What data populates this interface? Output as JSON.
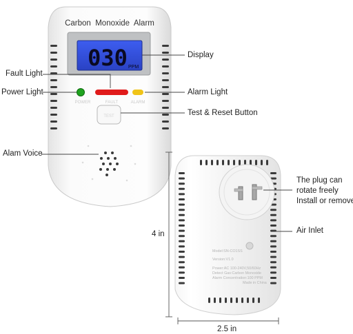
{
  "device_front": {
    "title": "Carbon  Monoxide  Alarm",
    "display_value": "030",
    "display_unit": "PPM",
    "indicator_labels": [
      "POWER",
      "FAULT",
      "ALARM"
    ],
    "button_text": "TEST",
    "colors": {
      "lcd": "#2f4dd8",
      "power_light": "#1fa31f",
      "fault_light": "#e01b1b",
      "alarm_light": "#f0c419"
    }
  },
  "device_back": {
    "model_lines": [
      "Model:SN-CO1SS",
      "Version:V1.0",
      "Power:AC 100-240V,50/60Hz",
      "Detect Gas:Carbon Monoxide",
      "Alarm Concentration:100 PPM",
      "Made in China"
    ]
  },
  "callouts": {
    "display": "Display",
    "fault_light": "Fault Light",
    "power_light": "Power Light",
    "alarm_light": "Alarm Light",
    "test_button": "Test & Reset Button",
    "alarm_voice": "Alam Voice",
    "plug_lines": [
      "The plug can",
      "rotate freely",
      "Install or remove"
    ],
    "air_inlet": "Air Inlet"
  },
  "dimensions": {
    "height": "4 in",
    "width": "2.5 in"
  }
}
